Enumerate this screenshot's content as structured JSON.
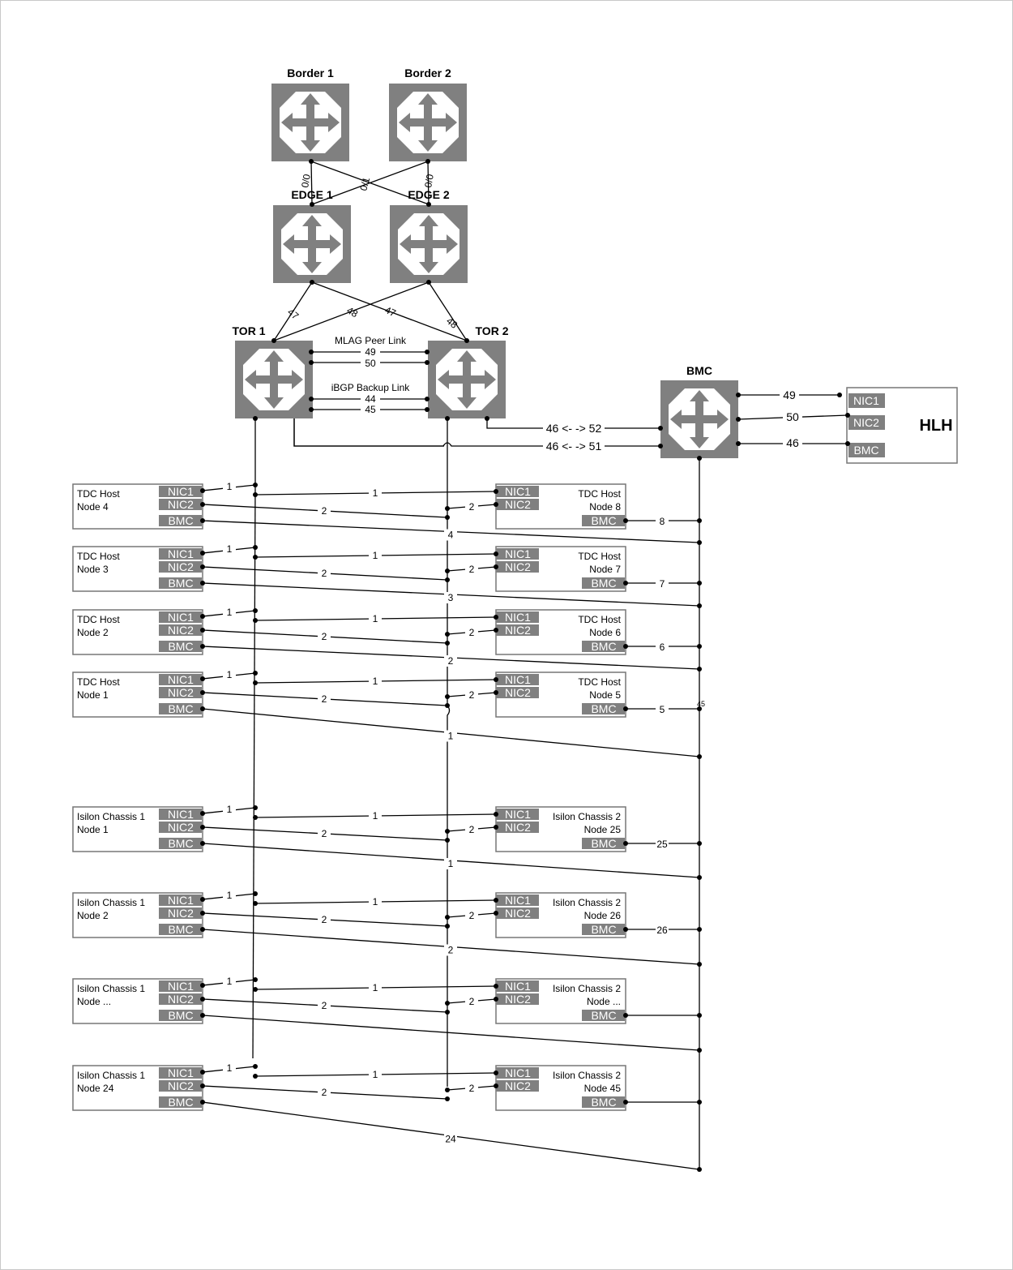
{
  "switches": {
    "border1": "Border 1",
    "border2": "Border 2",
    "edge1": "EDGE 1",
    "edge2": "EDGE 2",
    "tor1": "TOR 1",
    "tor2": "TOR 2",
    "bmc": "BMC"
  },
  "link_labels": {
    "border_e1": "0/0",
    "border_e2": "0/0",
    "border_cross": "0/1",
    "e1_t1": "47",
    "e1_t2": "48",
    "e2_t1": "47",
    "e2_t2": "48",
    "mlag_title": "MLAG Peer Link",
    "mlag_p1": "49",
    "mlag_p2": "50",
    "ibgp_title": "iBGP Backup Link",
    "ibgp_p1": "44",
    "ibgp_p2": "45",
    "tor2_bmc": "46 <- -> 52",
    "tor1_bmc": "46 <- -> 51",
    "bmc_nic1": "49",
    "bmc_nic2": "50",
    "bmc_bmc": "46",
    "small_45": "45"
  },
  "hlh": {
    "title": "HLH",
    "ports": [
      "NIC1",
      "NIC2",
      "BMC"
    ]
  },
  "left_hosts": [
    {
      "line1": "TDC Host",
      "line2": "Node 4",
      "n1": "1",
      "n2": "2",
      "b": "4"
    },
    {
      "line1": "TDC Host",
      "line2": "Node 3",
      "n1": "1",
      "n2": "2",
      "b": "3"
    },
    {
      "line1": "TDC Host",
      "line2": "Node 2",
      "n1": "1",
      "n2": "2",
      "b": "2"
    },
    {
      "line1": "TDC Host",
      "line2": "Node 1",
      "n1": "1",
      "n2": "2",
      "b": "1"
    },
    {
      "line1": "Isilon Chassis 1",
      "line2": "Node 1",
      "n1": "1",
      "n2": "2",
      "b": "1"
    },
    {
      "line1": "Isilon Chassis 1",
      "line2": "Node 2",
      "n1": "1",
      "n2": "2",
      "b": "2"
    },
    {
      "line1": "Isilon Chassis 1",
      "line2": "Node ...",
      "n1": "1",
      "n2": "2",
      "b": ""
    },
    {
      "line1": "Isilon Chassis 1",
      "line2": "Node 24",
      "n1": "1",
      "n2": "2",
      "b": "24"
    }
  ],
  "right_hosts": [
    {
      "line1": "TDC Host",
      "line2": "Node 8",
      "n1": "1",
      "n2": "2",
      "b": "8"
    },
    {
      "line1": "TDC Host",
      "line2": "Node 7",
      "n1": "1",
      "n2": "2",
      "b": "7"
    },
    {
      "line1": "TDC Host",
      "line2": "Node 6",
      "n1": "1",
      "n2": "2",
      "b": "6"
    },
    {
      "line1": "TDC Host",
      "line2": "Node 5",
      "n1": "1",
      "n2": "2",
      "b": "5"
    },
    {
      "line1": "Isilon Chassis 2",
      "line2": "Node 25",
      "n1": "1",
      "n2": "2",
      "b": "25"
    },
    {
      "line1": "Isilon Chassis 2",
      "line2": "Node 26",
      "n1": "1",
      "n2": "2",
      "b": "26"
    },
    {
      "line1": "Isilon Chassis 2",
      "line2": "Node ...",
      "n1": "1",
      "n2": "2",
      "b": ""
    },
    {
      "line1": "Isilon Chassis 2",
      "line2": "Node 45",
      "n1": "1",
      "n2": "2",
      "b": ""
    }
  ],
  "port_names": {
    "nic1": "NIC1",
    "nic2": "NIC2",
    "bmc": "BMC"
  },
  "colors": {
    "switch_fill": "#808080",
    "port_fill": "#808080",
    "box_stroke": "#777777"
  }
}
